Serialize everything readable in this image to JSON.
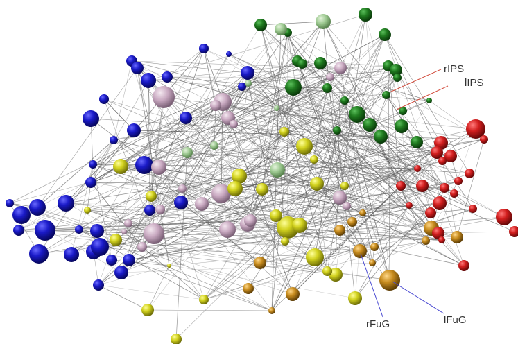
{
  "colors": {
    "edge": "#5f5f5f",
    "blue": "#1a1ac8",
    "pink": "#c8a8c0",
    "darkgreen": "#1f7a1f",
    "lightgreen": "#9cc890",
    "yellow": "#d2d21e",
    "orange": "#c88c1e",
    "red": "#d21e1e",
    "label_line_red": "#d24a3a",
    "label_line_blue": "#4a4ad2"
  },
  "labels": {
    "rips": "rIPS",
    "lips": "lIPS",
    "rfug": "rFuG",
    "lfug": "lFuG"
  }
}
